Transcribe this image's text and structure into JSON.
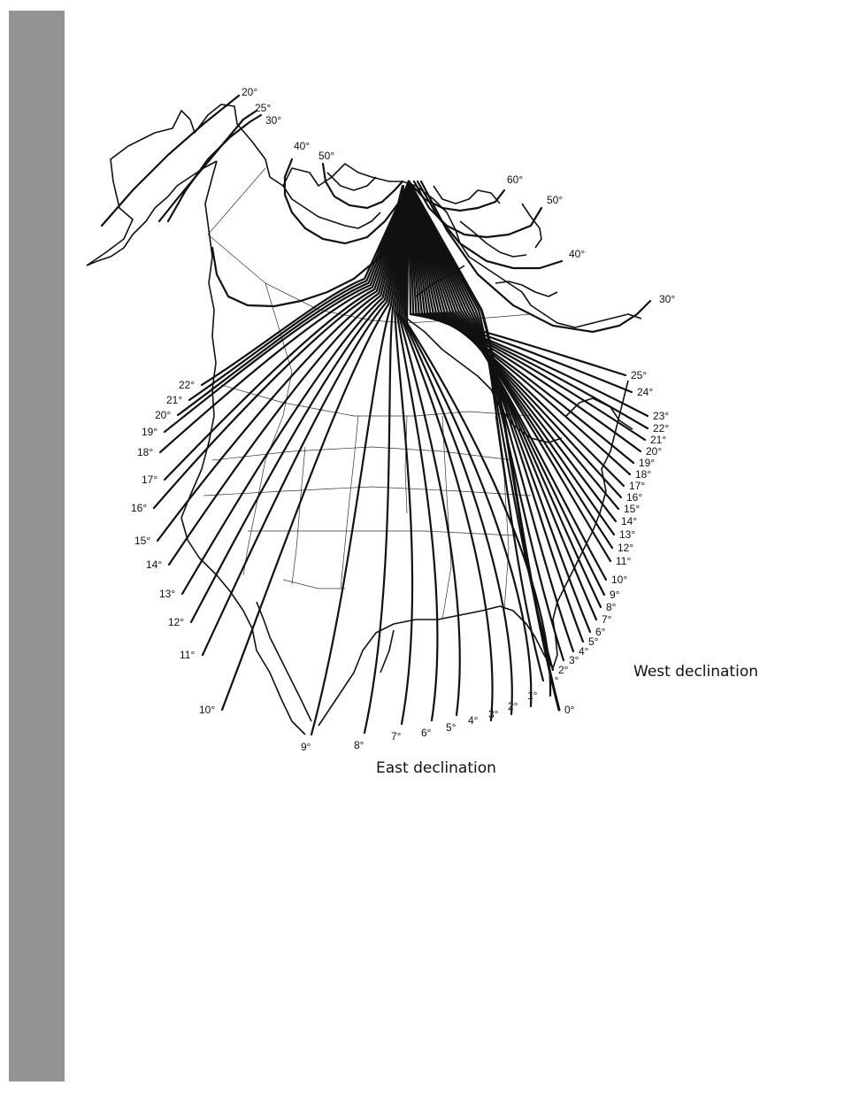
{
  "captions": {
    "east": "East declination",
    "west": "West declination"
  },
  "labels": {
    "arctic_w_20": "20°",
    "arctic_w_25": "25°",
    "arctic_w_30": "30°",
    "arctic_w_40": "40°",
    "arctic_w_50": "50°",
    "arctic_e_60": "60°",
    "arctic_e_50": "50°",
    "arctic_e_40": "40°",
    "arctic_e_30": "30°",
    "west_side": [
      "22°",
      "21°",
      "20°",
      "19°",
      "18°",
      "17°",
      "16°",
      "15°",
      "14°",
      "13°",
      "12°",
      "11°",
      "10°",
      "9°",
      "8°",
      "7°",
      "6°",
      "5°",
      "4°",
      "3°",
      "2°",
      "1°"
    ],
    "east_side": [
      "25°",
      "24°",
      "23°",
      "22°",
      "21°",
      "20°",
      "19°",
      "18°",
      "17°",
      "16°",
      "15°",
      "14°",
      "13°",
      "12°",
      "11°",
      "10°",
      "9°",
      "8°",
      "7°",
      "6°",
      "5°",
      "4°",
      "3°",
      "2°",
      "1°",
      "0°"
    ]
  },
  "colors": {
    "bar": "#939393",
    "ink": "#111111"
  }
}
